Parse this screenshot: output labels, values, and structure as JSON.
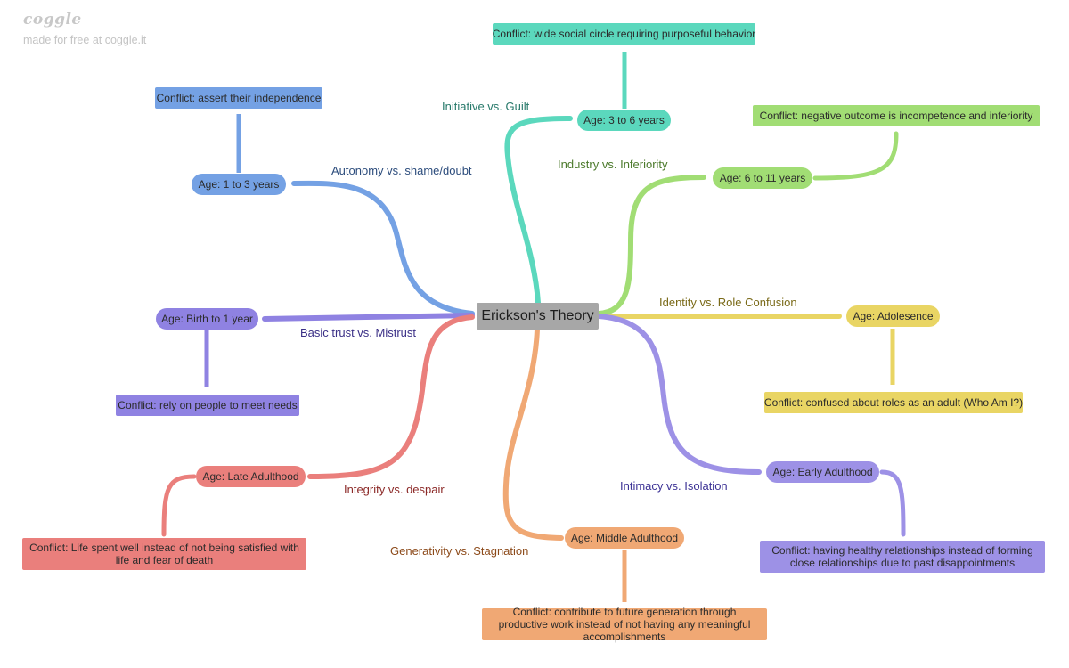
{
  "brand": {
    "logo": "coggle",
    "tagline": "made for free at coggle.it"
  },
  "center": {
    "title": "Erickson's Theory"
  },
  "colors": {
    "blue": "#74a1e4",
    "teal": "#5bd8bd",
    "green": "#a1dd74",
    "purple": "#8f82e2",
    "yellow": "#e9d564",
    "violet": "#9d91e6",
    "orange": "#f0a874",
    "red": "#ea7f7c"
  },
  "stages": [
    {
      "id": "autonomy",
      "stage": "Autonomy vs. shame/doubt",
      "age": "Age: 1 to 3 years",
      "conflict": "Conflict: assert their independence"
    },
    {
      "id": "initiative",
      "stage": "Initiative vs. Guilt",
      "age": "Age: 3 to 6 years",
      "conflict": "Conflict: wide social circle requiring purposeful behavior"
    },
    {
      "id": "industry",
      "stage": "Industry vs. Inferiority",
      "age": "Age: 6 to 11 years",
      "conflict": "Conflict: negative outcome is incompetence and inferiority"
    },
    {
      "id": "trust",
      "stage": "Basic trust vs. Mistrust",
      "age": "Age: Birth to 1 year",
      "conflict": "Conflict: rely on people to meet needs"
    },
    {
      "id": "identity",
      "stage": "Identity vs. Role Confusion",
      "age": "Age: Adolesence",
      "conflict": "Conflict: confused about roles as an adult (Who Am I?)"
    },
    {
      "id": "intimacy",
      "stage": "Intimacy vs. Isolation",
      "age": "Age: Early Adulthood",
      "conflict": "Conflict: having healthy relationships instead of forming close relationships due to past disappointments"
    },
    {
      "id": "generativity",
      "stage": "Generativity vs. Stagnation",
      "age": "Age: Middle Adulthood",
      "conflict": "Conflict: contribute to future generation through productive work instead of not having any meaningful accomplishments"
    },
    {
      "id": "integrity",
      "stage": "Integrity vs. despair",
      "age": "Age: Late Adulthood",
      "conflict": "Conflict: Life spent well instead of not being satisfied with life and fear of death"
    }
  ]
}
